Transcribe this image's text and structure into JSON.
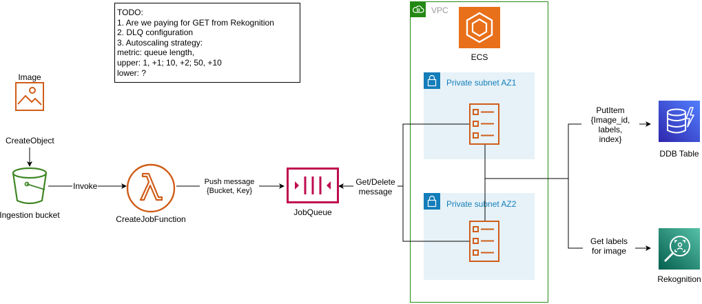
{
  "todo": {
    "lines": [
      "TODO:",
      "1. Are we paying for GET from Rekognition",
      "2. DLQ configuration",
      "3. Autoscaling strategy:",
      "metric: queue length,",
      "upper: 1, +1; 10, +2; 50, +10",
      "lower: ?"
    ]
  },
  "nodes": {
    "image": {
      "label": "Image",
      "icon": "image-icon"
    },
    "bucket": {
      "label": "Ingestion bucket",
      "icon": "s3-bucket-icon"
    },
    "lambda": {
      "label": "CreateJobFunction",
      "icon": "lambda-icon"
    },
    "queue": {
      "label": "JobQueue",
      "icon": "sqs-queue-icon"
    },
    "ecs": {
      "label": "ECS",
      "icon": "ecs-icon"
    },
    "ddb": {
      "label": "DDB Table",
      "icon": "dynamodb-icon"
    },
    "rekognition": {
      "label": "Rekognition",
      "icon": "rekognition-icon"
    }
  },
  "groups": {
    "vpc": {
      "label": "VPC"
    },
    "subnet1": {
      "label": "Private subnet AZ1"
    },
    "subnet2": {
      "label": "Private subnet AZ2"
    }
  },
  "edges": {
    "create_object": "CreateObject",
    "invoke": "Invoke",
    "push_message": [
      "Push message",
      "{Bucket, Key}"
    ],
    "get_delete": [
      "Get/Delete",
      "message"
    ],
    "put_item": [
      "PutItem",
      "{Image_id,",
      "labels,",
      "index}"
    ],
    "get_labels": [
      "Get labels",
      "for image"
    ]
  },
  "colors": {
    "storage_green": "#3f8624",
    "compute_orange": "#d05c17",
    "integration_magenta": "#bf0c4f",
    "database_blue": "#3334b9",
    "ml_teal": "#1b8a6b",
    "vpc_green": "#248814",
    "subnet_blue": "#147eba",
    "subnet_fill": "#e6f2f8"
  }
}
